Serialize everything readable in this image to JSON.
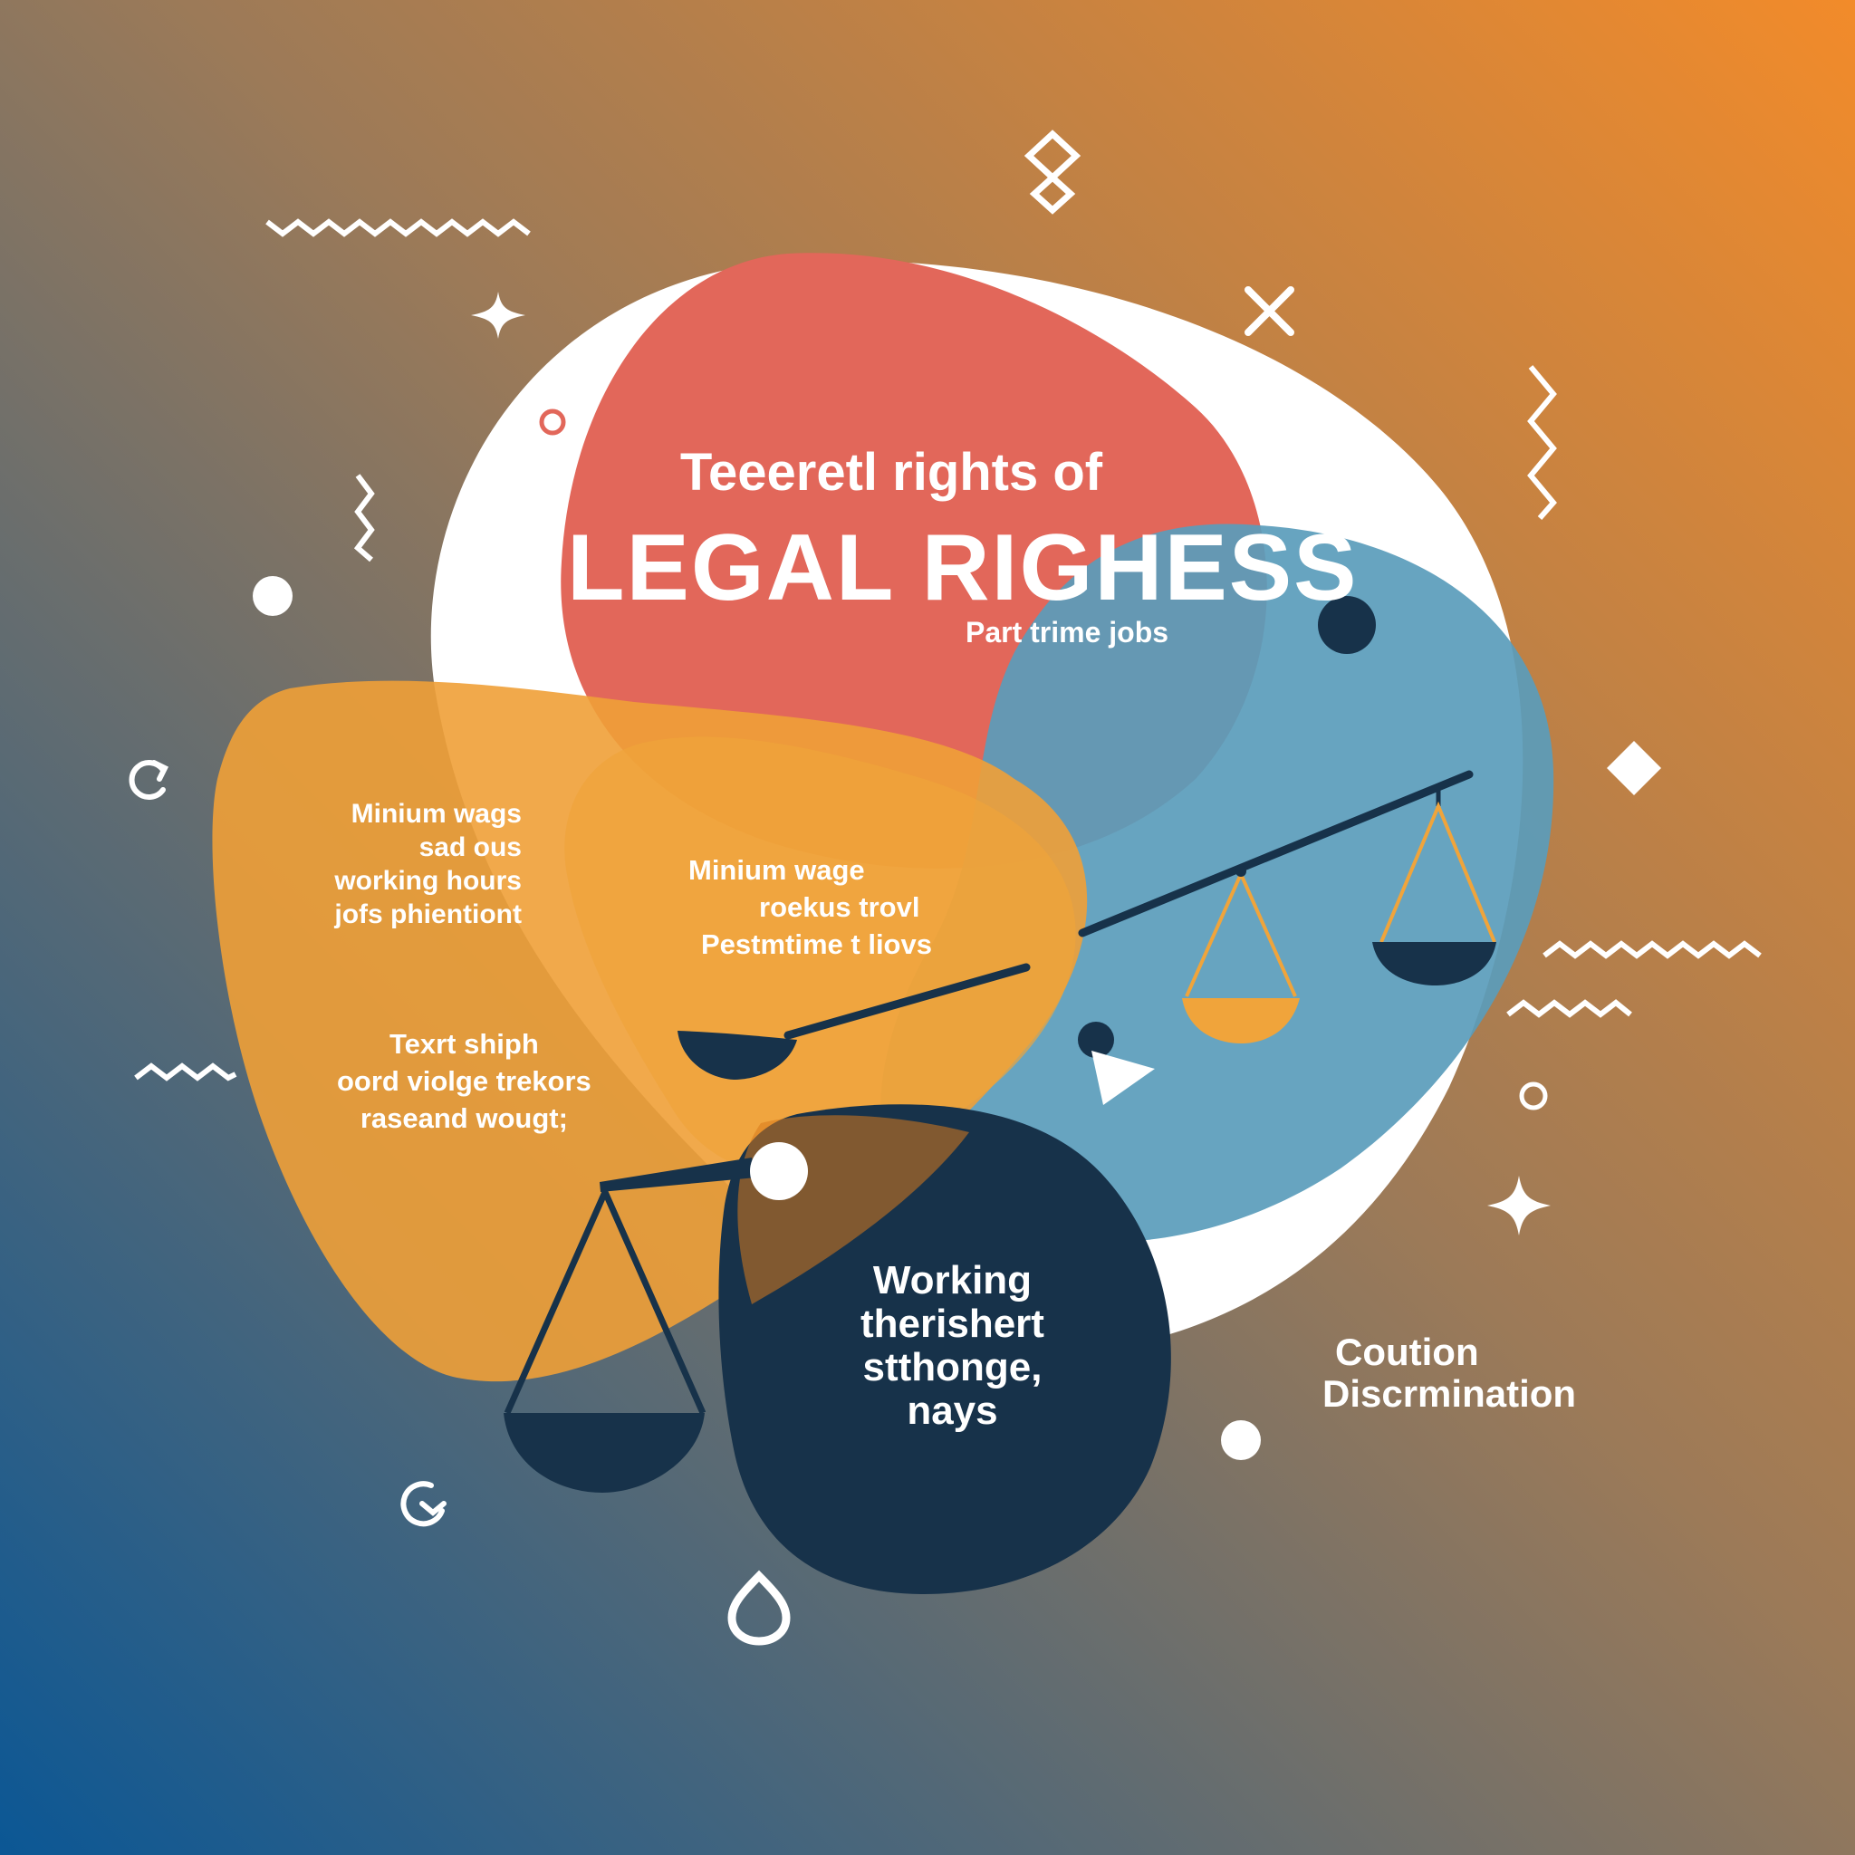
{
  "colors": {
    "background_top_right": "#f28b2a",
    "background_bottom_left": "#0b5795",
    "red_blob": "#e2675a",
    "orange_blob": "#efa037",
    "blue_blob": "#5a9cbb",
    "navy_blob": "#17324a",
    "white_shape": "#ffffff",
    "scale_accent": "#f0a43b"
  },
  "poster": {
    "subtitle": "Teeeretl rights of",
    "title": "LEGAL RIGHESS",
    "tagline": "Part trime jobs"
  },
  "orange_blob_text": [
    "Minium wags",
    "sad ous",
    "working hours",
    "jofs phientiont"
  ],
  "center_text": [
    "Minium wage",
    "roekus trovl",
    "Pestmtime t liovs"
  ],
  "lower_text": [
    "Texrt shiph",
    "oord violge trekors",
    "raseand wougt;"
  ],
  "dark_blob_text": [
    "Working",
    "therishert",
    "stthonge,",
    "nays"
  ],
  "side_text": [
    "Coution",
    "Discrmination"
  ],
  "icons": [
    "zigzag-icon",
    "diamond-chain-icon",
    "sparkle-icon",
    "cross-icon",
    "refresh-icon",
    "diamond-icon",
    "ring-icon",
    "dot-icon",
    "drop-icon",
    "play-triangle-icon",
    "balance-scale-icon"
  ]
}
